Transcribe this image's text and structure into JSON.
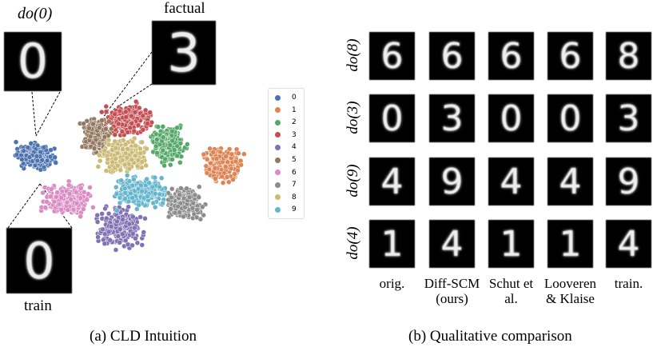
{
  "panel_a": {
    "caption": "(a) CLD Intuition",
    "inset_labels": {
      "intervention": "do(0)",
      "factual": "factual",
      "train": "train"
    },
    "inset_digits": {
      "intervention": "0",
      "factual": "3",
      "train": "0"
    },
    "chart_data": {
      "type": "scatter",
      "title": "",
      "legend_position": "right",
      "legend": [
        "0",
        "1",
        "2",
        "3",
        "4",
        "5",
        "6",
        "7",
        "8",
        "9"
      ],
      "colors": [
        "#4c72b0",
        "#dd8452",
        "#55a868",
        "#c44e52",
        "#8172b3",
        "#937860",
        "#da8bc3",
        "#8c8c8c",
        "#ccb974",
        "#64b5cd"
      ]
    }
  },
  "panel_b": {
    "caption": "(b) Qualitative comparison",
    "row_labels": [
      "do(8)",
      "do(3)",
      "do(9)",
      "do(4)"
    ],
    "column_labels": [
      "orig.",
      "Diff-SCM (ours)",
      "Schut et al.",
      "Looveren & Klaise",
      "train."
    ],
    "digits": [
      [
        "6",
        "6",
        "6",
        "6",
        "8"
      ],
      [
        "0",
        "3",
        "0",
        "0",
        "3"
      ],
      [
        "4",
        "9",
        "4",
        "4",
        "9"
      ],
      [
        "1",
        "4",
        "1",
        "1",
        "4"
      ]
    ]
  }
}
